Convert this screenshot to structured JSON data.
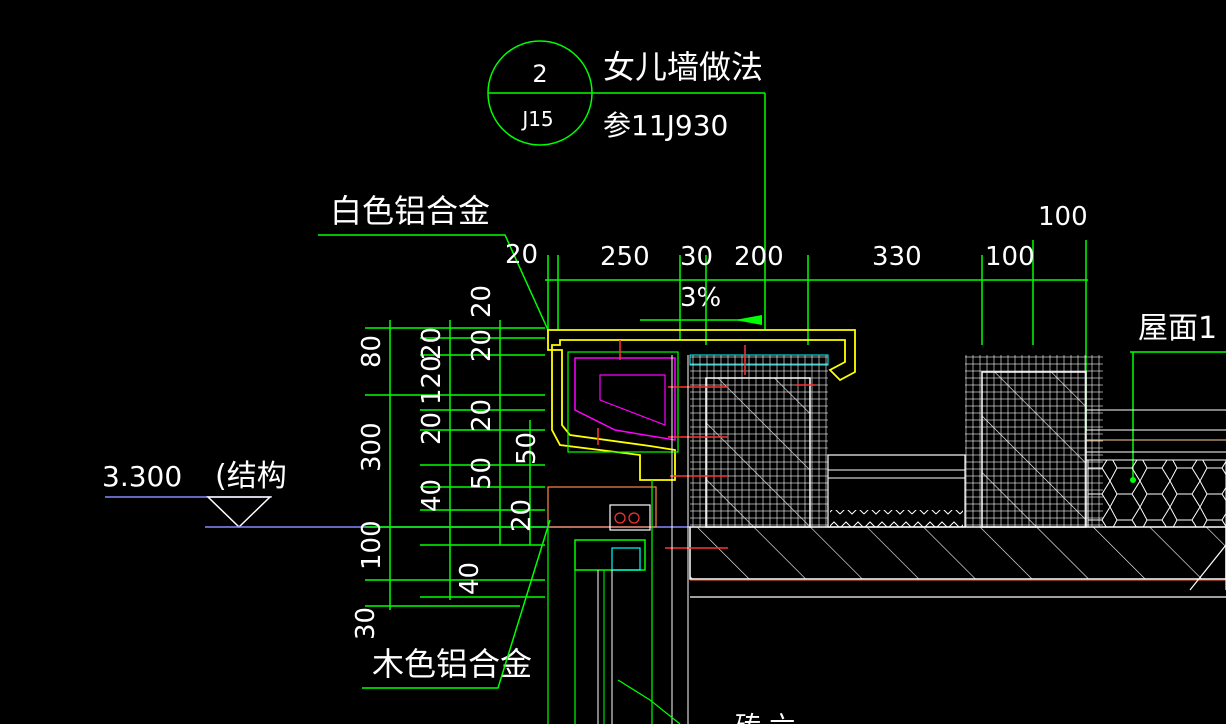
{
  "detail_ref": {
    "number": "2",
    "sheet": "J15",
    "title": "女儿墙做法",
    "reference": "参11J930"
  },
  "labels": {
    "top_material": "白色铝合金",
    "bottom_material": "木色铝合金",
    "roof": "屋面1",
    "elevation_value": "3.300",
    "elevation_note": "(结构",
    "slope": "3%",
    "cut_text": "砖·六"
  },
  "top_dimensions": [
    "20",
    "250",
    "30",
    "200",
    "330",
    "100"
  ],
  "top_dimension_extra": "100",
  "left_dimensions_outer": [
    "80",
    "300",
    "100",
    "30"
  ],
  "left_dimensions_mid": [
    "20",
    "120",
    "20",
    "40",
    "40"
  ],
  "left_dimensions_inner": [
    "20",
    "20",
    "20",
    "50",
    "20"
  ],
  "left_dimension_single": "50",
  "colors": {
    "background": "#000000",
    "dimension_line": "#00ff00",
    "text": "#ffffff",
    "profile": "#ffff00",
    "insulation": "#ff00ff",
    "anchor": "#ff0000",
    "outline": "#ffffff",
    "detail_line": "#00ffff"
  }
}
